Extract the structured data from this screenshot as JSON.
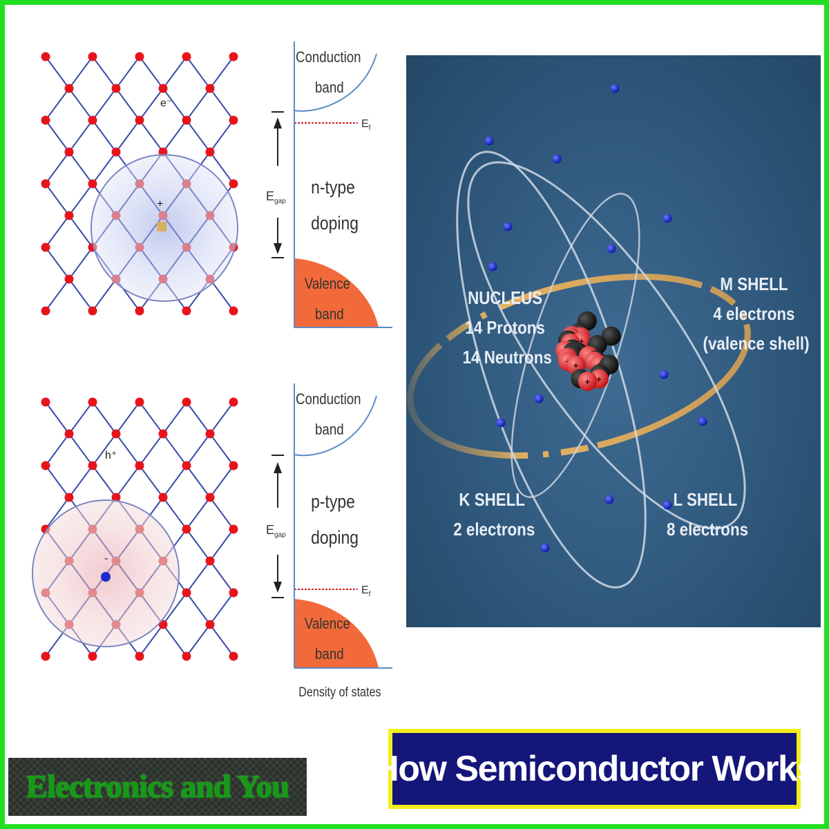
{
  "n_type_lattice": {
    "carrier_label": "e⁻",
    "dopant_sign": "+"
  },
  "p_type_lattice": {
    "carrier_label": "h⁺",
    "dopant_sign": "-"
  },
  "n_band_diagram": {
    "conduction_line1": "Conduction",
    "conduction_line2": "band",
    "fermi_label": "E",
    "fermi_sub": "f",
    "gap_label": "E",
    "gap_sub": "gap",
    "doping_line1": "n-type",
    "doping_line2": "doping",
    "valence_line1": "Valence",
    "valence_line2": "band"
  },
  "p_band_diagram": {
    "conduction_line1": "Conduction",
    "conduction_line2": "band",
    "fermi_label": "E",
    "fermi_sub": "f",
    "gap_label": "E",
    "gap_sub": "gap",
    "doping_line1": "p-type",
    "doping_line2": "doping",
    "valence_line1": "Valence",
    "valence_line2": "band",
    "x_axis_label": "Density of states"
  },
  "atom": {
    "nucleus_title": "NUCLEUS",
    "nucleus_protons": "14 Protons",
    "nucleus_neutrons": "14 Neutrons",
    "m_shell_title": "M SHELL",
    "m_shell_count": "4 electrons",
    "m_shell_note": "(valence shell)",
    "k_shell_title": "K SHELL",
    "k_shell_count": "2 electrons",
    "l_shell_title": "L SHELL",
    "l_shell_count": "8 electrons"
  },
  "logo": {
    "text": "Electronics and You"
  },
  "banner": {
    "title": "How Semiconductor Works"
  },
  "colors": {
    "frame": "#21e021",
    "lattice_atom": "#e8141b",
    "lattice_bond": "#3a4aa8",
    "band_fill": "#f26a3a",
    "banner_bg": "#14167a",
    "banner_border": "#f2ee1e",
    "atom_bg": "#2f587c",
    "electron": "#1a2bd0",
    "proton": "#e4262a",
    "logo_text": "#169a16"
  }
}
